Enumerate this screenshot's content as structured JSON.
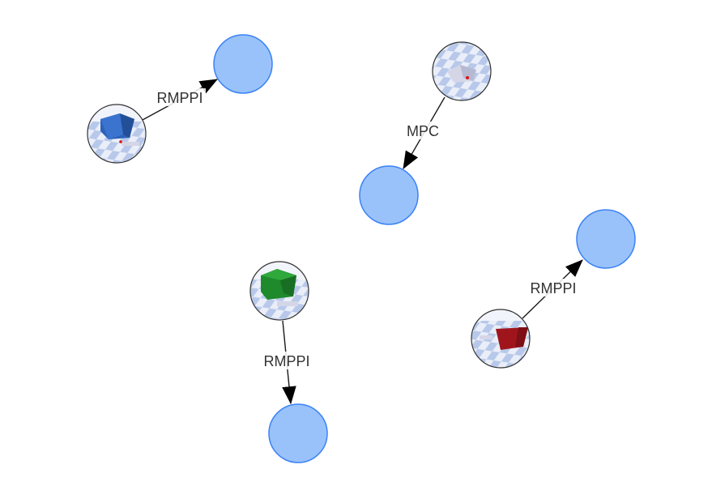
{
  "colors": {
    "target_fill": "#99c2fa",
    "target_stroke": "#3b82f6",
    "edge": "#1a1a1a",
    "checker_light": "#e9eef8",
    "checker_dark": "#b8c8ea",
    "box_blue": "#2d62b8",
    "box_green": "#1f8a2c",
    "box_red": "#a0151c",
    "box_white": "#d4d6e8",
    "marker_red": "#e01010"
  },
  "edges": [
    {
      "label": "RMPPI",
      "source_icon": "blue-cube-scene-icon"
    },
    {
      "label": "MPC",
      "source_icon": "white-cube-scene-icon"
    },
    {
      "label": "RMPPI",
      "source_icon": "green-cube-scene-icon"
    },
    {
      "label": "RMPPI",
      "source_icon": "red-cube-scene-icon"
    }
  ]
}
